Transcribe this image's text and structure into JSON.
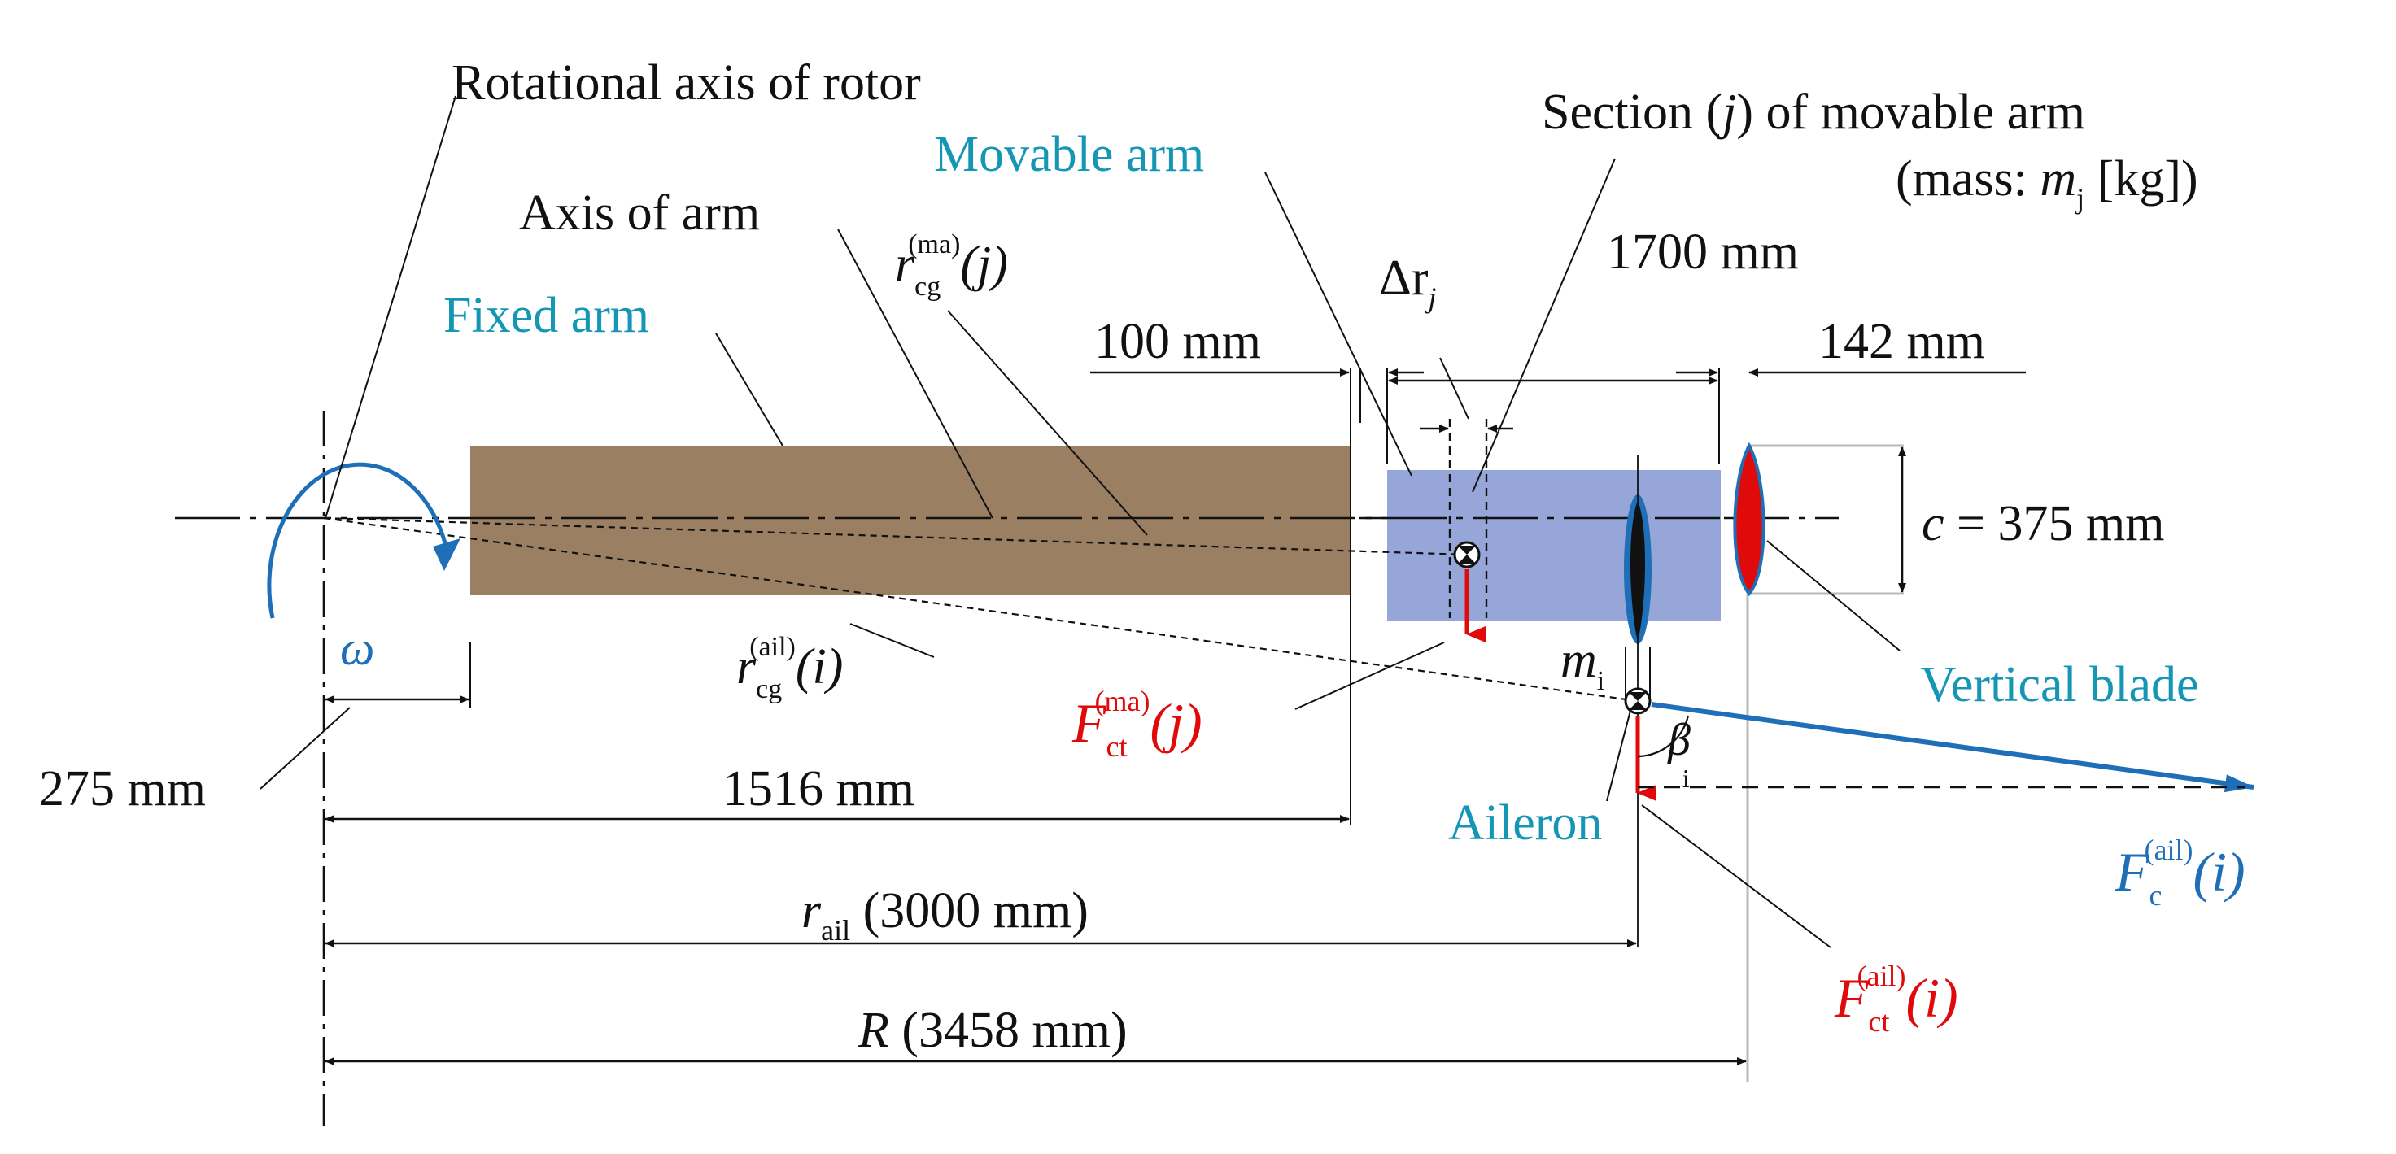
{
  "colors": {
    "fixed_arm": "#9b7f62",
    "movable_arm": "#97a6d8",
    "label_teal": "#1596b5",
    "force_red": "#e00a0a",
    "force_blue": "#1e6fb8"
  },
  "labels": {
    "rotational_axis": "Rotational axis of rotor",
    "axis_of_arm": "Axis of arm",
    "fixed_arm": "Fixed arm",
    "movable_arm": "Movable arm",
    "section_line1_a": "Section (",
    "section_line1_j": "j",
    "section_line1_b": ") of movable arm",
    "section_line2_a": "(mass: ",
    "section_line2_m": "m",
    "section_line2_sub": "j",
    "section_line2_b": " [kg])",
    "vertical_blade": "Vertical blade",
    "aileron": "Aileron",
    "omega": "ω"
  },
  "dimensions": {
    "d_100": "100 mm",
    "d_1700": "1700 mm",
    "d_142": "142 mm",
    "d_275": "275 mm",
    "d_1516": "1516 mm",
    "chord_c": "c",
    "chord_value": " = 375 mm",
    "r_ail_sym": "r",
    "r_ail_sub": "ail",
    "r_ail_val": " (3000 mm)",
    "R_sym": "R",
    "R_val": " (3458 mm)",
    "delta_r": "Δr",
    "delta_r_sub": "j"
  },
  "symbols": {
    "rcg_ma_base": "r",
    "rcg_ma_sub": "cg",
    "rcg_ma_sup": "(ma)",
    "rcg_ma_arg": "(j)",
    "rcg_ail_base": "r",
    "rcg_ail_sub": "cg",
    "rcg_ail_sup": "(ail)",
    "rcg_ail_arg": "(i)",
    "fct_ma_base": "F",
    "fct_ma_sub": "ct",
    "fct_ma_sup": "(ma)",
    "fct_ma_arg": "(j)",
    "fct_ail_base": "F",
    "fct_ail_sub": "ct",
    "fct_ail_sup": "(ail)",
    "fct_ail_arg": "(i)",
    "fc_ail_base": "F",
    "fc_ail_sub": "c",
    "fc_ail_sup": "(ail)",
    "fc_ail_arg": "(i)",
    "m_i_base": "m",
    "m_i_sub": "i",
    "beta_base": "β",
    "beta_sub": "i"
  }
}
